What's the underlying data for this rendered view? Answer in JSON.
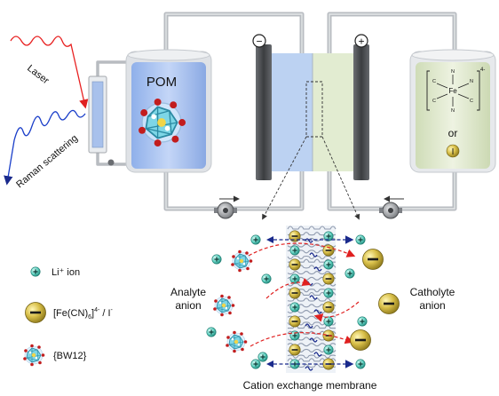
{
  "labels": {
    "laser": "Laser",
    "raman": "Raman scattering",
    "pom": "POM",
    "minus": "−",
    "plus": "+",
    "fe_center": "Fe",
    "n": "N",
    "c": "C",
    "charge": "4-",
    "or": "or",
    "iodide": "I",
    "legend_li": "Li⁺ ion",
    "legend_fe_base": "[Fe(CN)",
    "legend_fe_sub": "6",
    "legend_fe_mid": "]",
    "legend_fe_sup": "4-",
    "legend_fe_tail": " / I",
    "legend_fe_sup2": "-",
    "legend_bw": "{BW12}",
    "anolyte1": "Analyte",
    "anolyte2": "anion",
    "catholyte1": "Catholyte",
    "catholyte2": "anion",
    "membrane": "Cation exchange membrane"
  },
  "colors": {
    "pipe": "#b8bcc1",
    "tank_left": "#a9c2f0",
    "tank_right": "#dce7c9",
    "cell_left": "#bcd2f2",
    "cell_right": "#e2ecd1",
    "electrode": "#4d4f52",
    "laser": "#e82020",
    "raman": "#1a3ec9",
    "li": "#1f9c8c",
    "anion_gold": "#b9a233",
    "arrow_red": "#e02020",
    "arrow_blue": "#1a2a8c"
  },
  "icons": [
    "pump-icon",
    "li-ion-icon",
    "gold-anion-icon",
    "bw12-cluster-icon",
    "flow-arrow-icon"
  ]
}
